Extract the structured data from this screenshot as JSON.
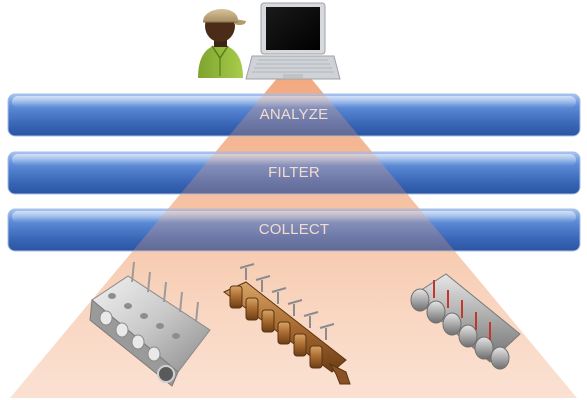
{
  "layers": [
    {
      "label": "ANALYZE"
    },
    {
      "label": "FILTER"
    },
    {
      "label": "COLLECT"
    }
  ],
  "icons": {
    "user": "user-icon",
    "laptop": "laptop-icon",
    "camera_rack": "camera-rack-icon",
    "faucet_rack": "faucet-rack-icon",
    "pipe_rack": "pipe-rack-icon"
  },
  "colors": {
    "band_top": "#96b8ee",
    "band_mid": "#4f7fd0",
    "band_bottom": "#2c58a9",
    "band_border": "#9ab4de",
    "label_text": "#f3dccd",
    "funnel_top": "#f3ad84",
    "funnel_bottom": "#fff5ee"
  }
}
